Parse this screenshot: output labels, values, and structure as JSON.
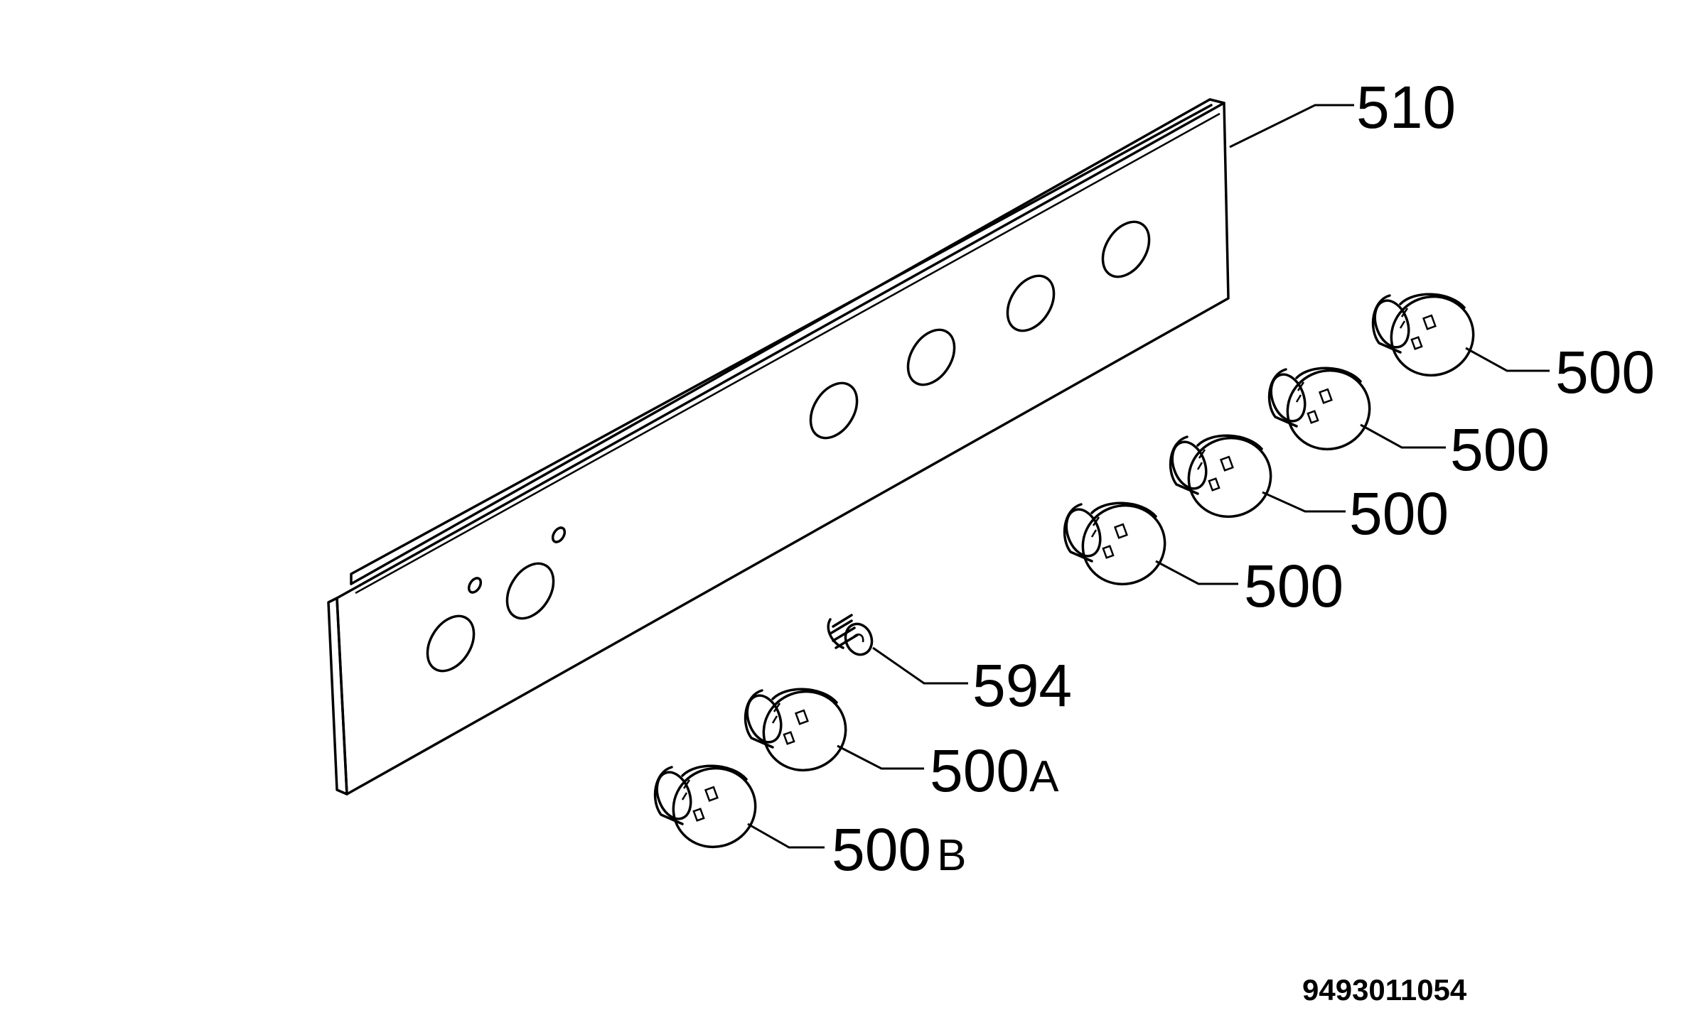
{
  "diagram": {
    "parts": [
      {
        "id": "panel",
        "label": "510"
      },
      {
        "id": "knob-1",
        "label": "500"
      },
      {
        "id": "knob-2",
        "label": "500"
      },
      {
        "id": "knob-3",
        "label": "500"
      },
      {
        "id": "knob-4",
        "label": "500"
      },
      {
        "id": "screw",
        "label": "594"
      },
      {
        "id": "knob-a",
        "label": "500",
        "suffix": "A"
      },
      {
        "id": "knob-b",
        "label": "500",
        "suffix": "B"
      }
    ],
    "drawing_code": "9493011054"
  }
}
